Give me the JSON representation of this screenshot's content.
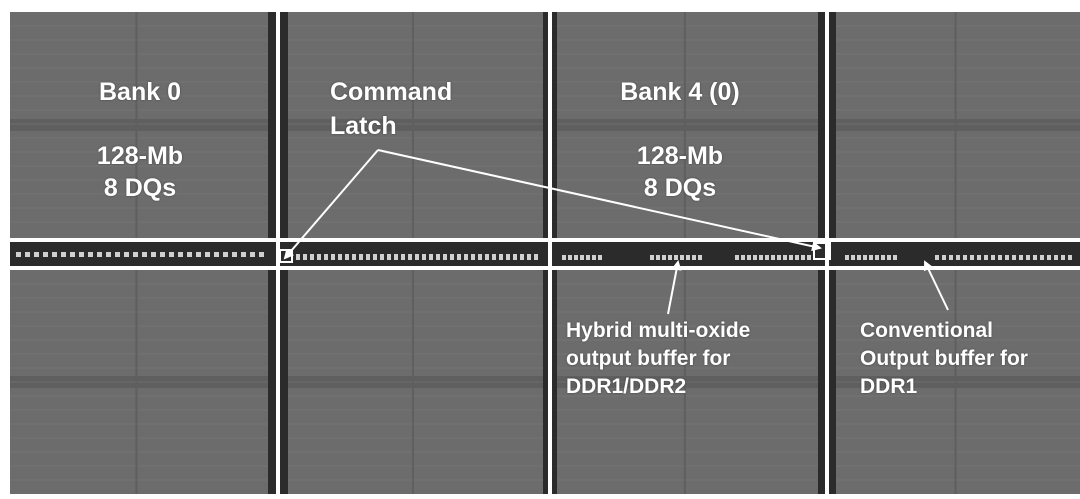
{
  "colors": {
    "bank_fill": "#6c6c6c",
    "bank_fill_dark": "#5f5f5f",
    "row_line": "#7b7b7b",
    "gutter": "#ffffff",
    "periphery": "#2b2b2b",
    "pads": "#d0d0d0",
    "label": "#ffffff",
    "arrow": "#ffffff"
  },
  "labels": {
    "bank0_title": "Bank 0",
    "bank0_size": "128-Mb",
    "bank0_dqs": "8 DQs",
    "command_line1": "Command",
    "command_line2": "Latch",
    "bank4_title": "Bank 4 (0)",
    "bank4_size": "128-Mb",
    "bank4_dqs": "8 DQs",
    "hybrid_line1": "Hybrid multi-oxide",
    "hybrid_line2": "output buffer for",
    "hybrid_line3": "DDR1/DDR2",
    "conv_line1": "Conventional",
    "conv_line2": "Output buffer for",
    "conv_line3": "DDR1"
  }
}
